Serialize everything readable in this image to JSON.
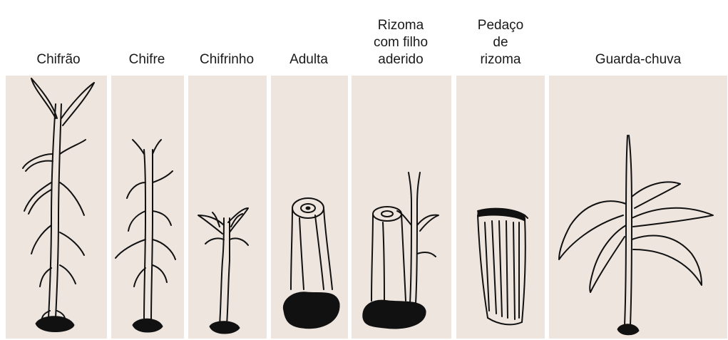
{
  "background_color": "#eee5df",
  "ink_color": "#111111",
  "panels": [
    {
      "label": "Chifrão",
      "icon": "tall-sucker-plant-icon"
    },
    {
      "label": "Chifre",
      "icon": "sword-sucker-plant-icon"
    },
    {
      "label": "Chifrinho",
      "icon": "small-sucker-plant-icon"
    },
    {
      "label": "Adulta",
      "icon": "adult-stem-piece-icon"
    },
    {
      "label": "Rizoma\ncom filho\naderido",
      "icon": "rhizome-with-sucker-icon"
    },
    {
      "label": "Pedaço\nde\nrizoma",
      "icon": "rhizome-piece-icon"
    },
    {
      "label": "Guarda-chuva",
      "icon": "umbrella-sucker-plant-icon"
    }
  ]
}
